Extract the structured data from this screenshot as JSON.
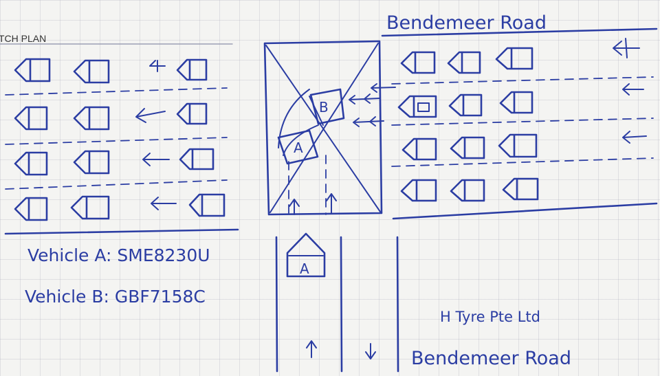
{
  "header": {
    "plan_title": "TCH PLAN"
  },
  "roads": {
    "top_name": "Bendemeer Road",
    "bottom_name": "Bendemeer Road"
  },
  "vehicles": {
    "a_label": "Vehicle A: SME8230U",
    "b_label": "Vehicle B: GBF7158C",
    "a_marker": "A",
    "b_marker": "B"
  },
  "landmarks": {
    "shop_name": "H Tyre Pte Ltd"
  },
  "colors": {
    "ink": "#2b3da3",
    "paper": "#f4f4f2",
    "grid": "#aaaab9"
  }
}
